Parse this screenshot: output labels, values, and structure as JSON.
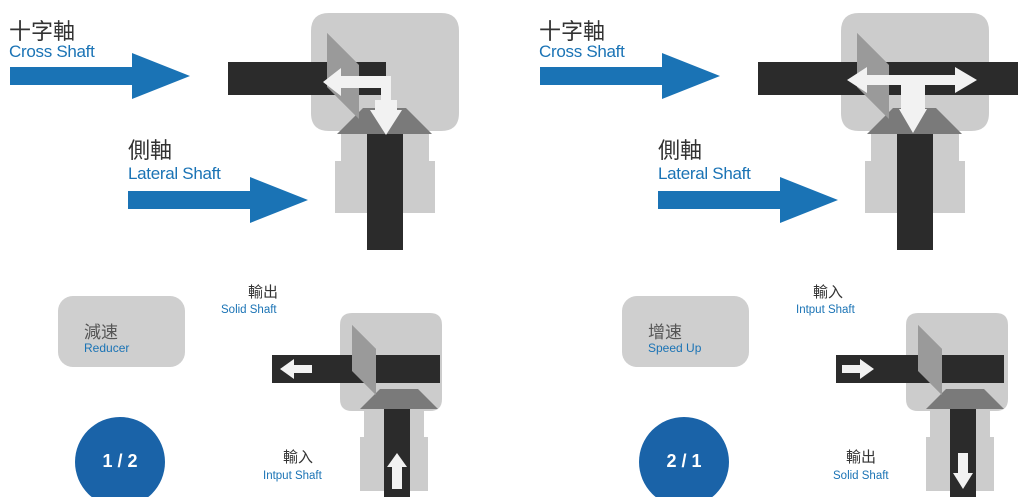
{
  "left": {
    "cross_zh": "十字軸",
    "cross_en": "Cross Shaft",
    "lateral_zh": "側軸",
    "lateral_en": "Lateral Shaft",
    "mode_zh": "減速",
    "mode_en": "Reducer",
    "ratio": "1 / 2",
    "top_zh": "輸出",
    "top_en": "Solid Shaft",
    "bottom_zh": "輸入",
    "bottom_en": "Intput Shaft"
  },
  "right": {
    "cross_zh": "十字軸",
    "cross_en": "Cross Shaft",
    "lateral_zh": "側軸",
    "lateral_en": "Lateral Shaft",
    "mode_zh": "增速",
    "mode_en": "Speed Up",
    "ratio": "2 / 1",
    "top_zh": "輸入",
    "top_en": "Intput Shaft",
    "bottom_zh": "輸出",
    "bottom_en": "Solid Shaft"
  },
  "colors": {
    "housing": "#cccccc",
    "shaft": "#2b2b2b",
    "gear_light": "#9a9a9a",
    "gear_dark": "#7a7a7a",
    "arrow_blue": "#1a73b5",
    "ratio_circle": "#1a63a8",
    "box": "#cfcfcf",
    "white_arrow": "#f2f2f2"
  }
}
